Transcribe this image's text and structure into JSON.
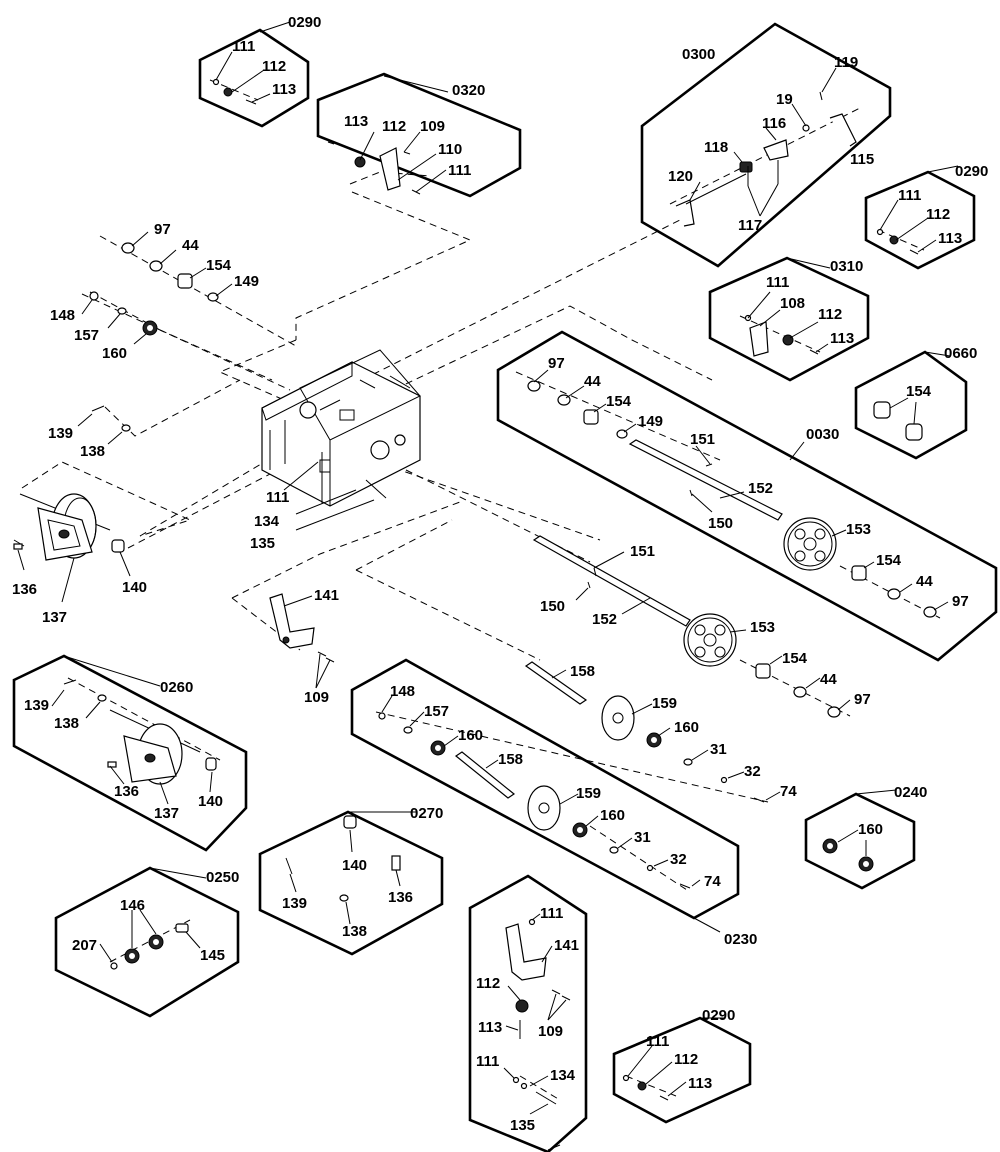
{
  "diagram": {
    "kits": [
      {
        "id": "k0290a",
        "label": "0290",
        "parts": [
          "111",
          "112",
          "113"
        ]
      },
      {
        "id": "k0320",
        "label": "0320",
        "parts": [
          "113",
          "112",
          "109",
          "110",
          "111"
        ]
      },
      {
        "id": "k0300",
        "label": "0300",
        "parts": [
          "119",
          "19",
          "116",
          "118",
          "115",
          "120",
          "117"
        ]
      },
      {
        "id": "k0290b",
        "label": "0290",
        "parts": [
          "111",
          "112",
          "113"
        ]
      },
      {
        "id": "k0310",
        "label": "0310",
        "parts": [
          "111",
          "108",
          "112",
          "113"
        ]
      },
      {
        "id": "k0660",
        "label": "0660",
        "parts": [
          "154"
        ]
      },
      {
        "id": "k0030",
        "label": "0030",
        "parts": [
          "97",
          "44",
          "154",
          "149",
          "151",
          "152",
          "150",
          "153",
          "154",
          "44",
          "97"
        ]
      },
      {
        "id": "k0260",
        "label": "0260",
        "parts": [
          "139",
          "138",
          "136",
          "137",
          "140"
        ]
      },
      {
        "id": "k0230",
        "label": "0230",
        "parts": [
          "148",
          "157",
          "160",
          "158",
          "159",
          "160",
          "31",
          "32",
          "74"
        ]
      },
      {
        "id": "k0240",
        "label": "0240",
        "parts": [
          "160"
        ]
      },
      {
        "id": "k0270",
        "label": "0270",
        "parts": [
          "140",
          "136",
          "139",
          "138"
        ]
      },
      {
        "id": "k0250",
        "label": "0250",
        "parts": [
          "146",
          "207",
          "145"
        ]
      },
      {
        "id": "k0290c",
        "label": "0290",
        "parts": [
          "111",
          "112",
          "113"
        ]
      }
    ],
    "kit_labels": {
      "k0290a": "0290",
      "k0320": "0320",
      "k0300": "0300",
      "k0290b": "0290",
      "k0310": "0310",
      "k0660": "0660",
      "k0030": "0030",
      "k0260": "0260",
      "k0230": "0230",
      "k0240": "0240",
      "k0270": "0270",
      "k0250": "0250",
      "k0290c": "0290"
    },
    "callouts": {
      "c01": "111",
      "c02": "112",
      "c03": "113",
      "c04": "113",
      "c05": "112",
      "c06": "109",
      "c07": "110",
      "c08": "111",
      "c09": "119",
      "c10": "19",
      "c11": "116",
      "c12": "118",
      "c13": "115",
      "c14": "120",
      "c15": "117",
      "c16": "111",
      "c17": "112",
      "c18": "113",
      "c19": "111",
      "c20": "108",
      "c21": "112",
      "c22": "113",
      "c23": "154",
      "c24": "97",
      "c25": "44",
      "c26": "154",
      "c27": "149",
      "c28": "151",
      "c29": "152",
      "c30": "150",
      "c31": "153",
      "c32": "154",
      "c33": "44",
      "c34": "97",
      "c35": "97",
      "c36": "44",
      "c37": "154",
      "c38": "149",
      "c39": "148",
      "c40": "157",
      "c41": "160",
      "c42": "139",
      "c43": "138",
      "c44": "111",
      "c45": "134",
      "c46": "135",
      "c47": "136",
      "c48": "137",
      "c49": "140",
      "c50": "141",
      "c51": "109",
      "c52": "151",
      "c53": "150",
      "c54": "152",
      "c55": "153",
      "c56": "154",
      "c57": "44",
      "c58": "97",
      "c59": "158",
      "c60": "159",
      "c61": "160",
      "c62": "31",
      "c63": "32",
      "c64": "74",
      "c65": "139",
      "c66": "138",
      "c67": "136",
      "c68": "137",
      "c69": "140",
      "c70": "148",
      "c71": "157",
      "c72": "160",
      "c73": "158",
      "c74": "159",
      "c75": "160",
      "c76": "31",
      "c77": "32",
      "c78": "74",
      "c79": "160",
      "c80": "140",
      "c81": "136",
      "c82": "139",
      "c83": "138",
      "c84": "146",
      "c85": "207",
      "c86": "145",
      "c87": "111",
      "c88": "141",
      "c89": "112",
      "c90": "109",
      "c91": "113",
      "c92": "111",
      "c93": "134",
      "c94": "135",
      "c95": "111",
      "c96": "112",
      "c97": "113"
    }
  }
}
